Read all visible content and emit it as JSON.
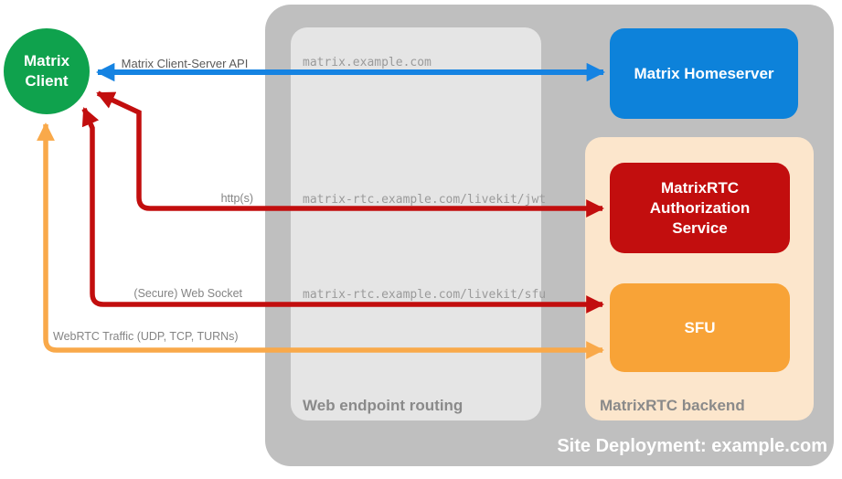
{
  "nodes": {
    "client": {
      "line1": "Matrix",
      "line2": "Client",
      "color": "#0fa24d"
    },
    "homeserver": {
      "label": "Matrix Homeserver",
      "color": "#0d82da"
    },
    "auth": {
      "label": "MatrixRTC Authorization Service",
      "color": "#c20e0e"
    },
    "sfu": {
      "label": "SFU",
      "color": "#f8a337"
    }
  },
  "containers": {
    "site": {
      "label": "Site Deployment: example.com",
      "color": "#bfbfbf"
    },
    "routing": {
      "label": "Web endpoint routing",
      "color": "#e5e5e5"
    },
    "backend": {
      "label": "MatrixRTC backend",
      "color": "#fce6cc"
    }
  },
  "routes": {
    "api": {
      "label": "Matrix Client-Server API",
      "endpoint": "matrix.example.com",
      "color": "#1583e2"
    },
    "http": {
      "label": "http(s)",
      "endpoint": "matrix-rtc.example.com/livekit/jwt",
      "color": "#c20e0e"
    },
    "websocket": {
      "label": "(Secure) Web Socket",
      "endpoint": "matrix-rtc.example.com/livekit/sfu",
      "color": "#c20e0e"
    },
    "webrtc": {
      "label": "WebRTC Traffic (UDP, TCP, TURNs)",
      "color": "#f9a94a"
    }
  }
}
